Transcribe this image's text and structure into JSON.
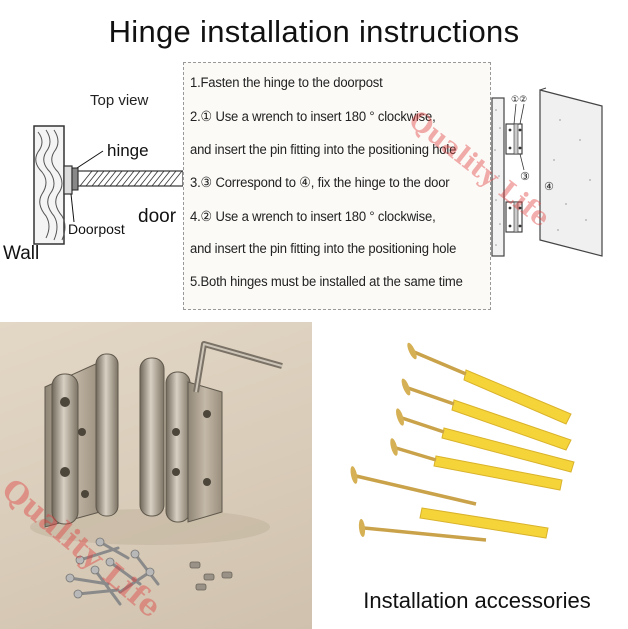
{
  "title": "Hinge installation instructions",
  "top_view": {
    "caption": "Top view",
    "labels": {
      "hinge": "hinge",
      "door": "door",
      "doorpost": "Doorpost",
      "wall": "Wall"
    }
  },
  "steps": [
    "1.Fasten the hinge to the doorpost",
    "2.① Use a wrench to insert 180 ° clockwise,",
    "and insert the pin fitting into the positioning hole",
    "3.③ Correspond to ④, fix the hinge to the door",
    "4.② Use a wrench to insert 180 ° clockwise,",
    "and insert the pin fitting into the positioning hole",
    "5.Both hinges must be installed at the same time"
  ],
  "side_diagram": {
    "marker_12": "①②",
    "marker_3": "③",
    "marker_4": "④"
  },
  "watermark": "Quality Life",
  "accessories_caption": "Installation accessories",
  "colors": {
    "watermark": "#e13c3c",
    "screw_brass": "#c9a24a",
    "anchor_yellow": "#f5d43a",
    "hinge_steel": "#a89a88"
  }
}
